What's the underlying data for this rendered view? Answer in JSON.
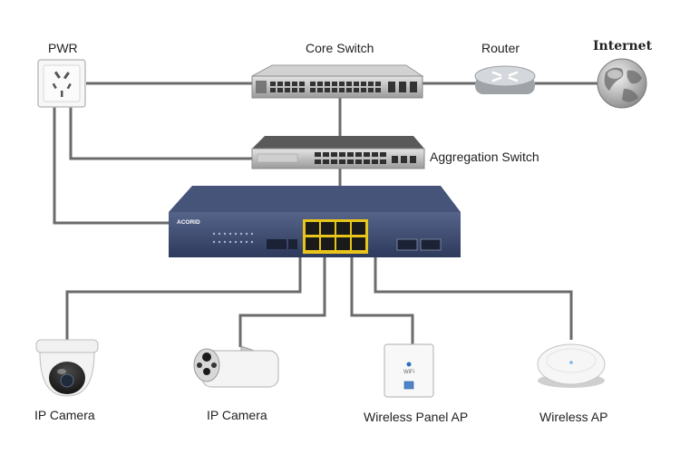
{
  "labels": {
    "pwr": "PWR",
    "core_switch": "Core Switch",
    "router": "Router",
    "internet": "Internet",
    "aggregation_switch": "Aggregation Switch",
    "ip_camera_1": "IP Camera",
    "ip_camera_2": "IP Camera",
    "wireless_panel_ap": "Wireless Panel AP",
    "wireless_ap": "Wireless AP"
  },
  "device_text": {
    "brand": "ACORID",
    "panel_wifi": "WiFi"
  },
  "colors": {
    "line": "#6b6b6b",
    "switch_body": "#3c4a6e",
    "port_frame": "#e8c51a"
  }
}
